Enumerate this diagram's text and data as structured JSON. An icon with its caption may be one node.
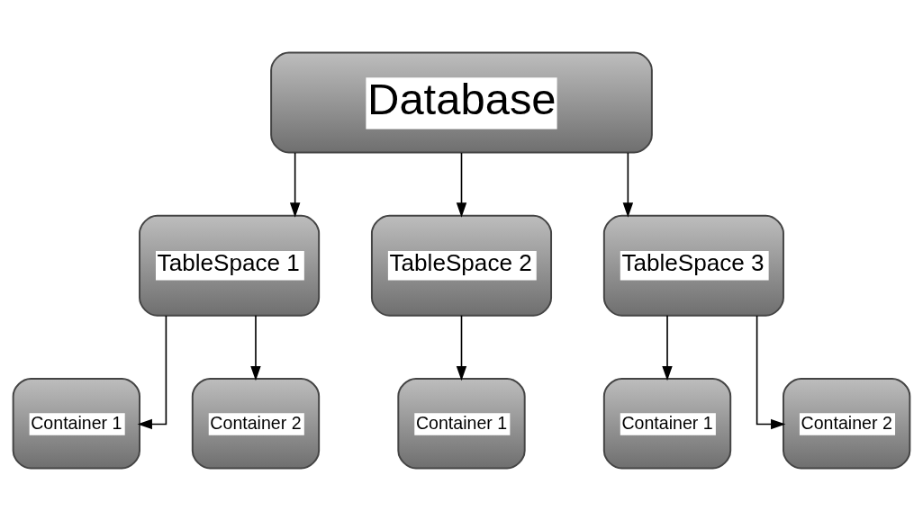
{
  "diagram": {
    "nodes": [
      {
        "text": [
          "Database"
        ]
      },
      {
        "text": [
          "TableSpace 1"
        ]
      },
      {
        "text": [
          "TableSpace 2"
        ]
      },
      {
        "text": [
          "TableSpace 3"
        ]
      },
      {
        "text": [
          "Container 1"
        ]
      },
      {
        "text": [
          "Container 2"
        ]
      },
      {
        "text": [
          "Container 1"
        ]
      },
      {
        "text": [
          "Container 1"
        ]
      },
      {
        "text": [
          "Container 2"
        ]
      }
    ],
    "edges": [
      {
        "from": 0,
        "to": 1,
        "arrow": "to"
      },
      {
        "from": 0,
        "to": 2,
        "arrow": "to"
      },
      {
        "from": 0,
        "to": 3,
        "arrow": "to"
      },
      {
        "from": 1,
        "to": 4,
        "arrow": "to"
      },
      {
        "from": 1,
        "to": 5,
        "arrow": "to"
      },
      {
        "from": 2,
        "to": 6,
        "arrow": "to"
      },
      {
        "from": 3,
        "to": 7,
        "arrow": "to"
      },
      {
        "from": 3,
        "to": 8,
        "arrow": "to"
      }
    ]
  }
}
